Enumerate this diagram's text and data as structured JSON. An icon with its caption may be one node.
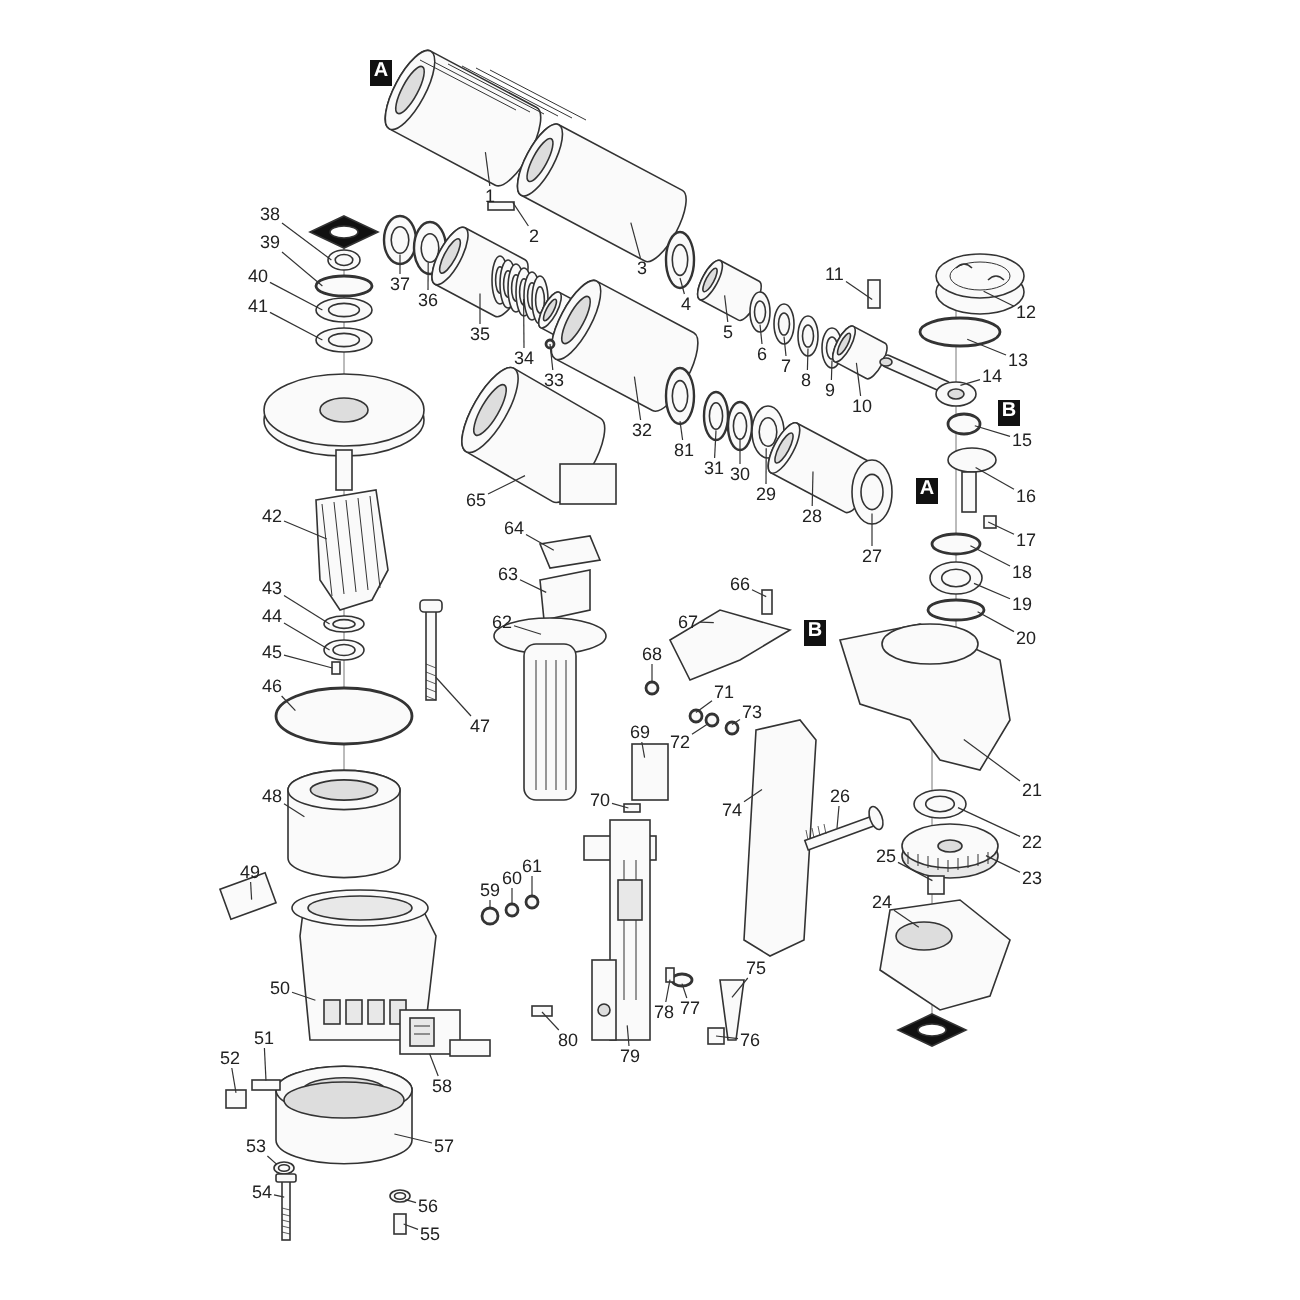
{
  "diagram": {
    "nodes": [
      {
        "text": [
          "1"
        ]
      },
      {
        "text": [
          "2"
        ]
      },
      {
        "text": [
          "3"
        ]
      },
      {
        "text": [
          "4"
        ]
      },
      {
        "text": [
          "5"
        ]
      },
      {
        "text": [
          "6"
        ]
      },
      {
        "text": [
          "7"
        ]
      },
      {
        "text": [
          "8"
        ]
      },
      {
        "text": [
          "9"
        ]
      },
      {
        "text": [
          "10"
        ]
      },
      {
        "text": [
          "11"
        ]
      },
      {
        "text": [
          "12"
        ]
      },
      {
        "text": [
          "13"
        ]
      },
      {
        "text": [
          "14"
        ]
      },
      {
        "text": [
          "15"
        ]
      },
      {
        "text": [
          "16"
        ]
      },
      {
        "text": [
          "17"
        ]
      },
      {
        "text": [
          "18"
        ]
      },
      {
        "text": [
          "19"
        ]
      },
      {
        "text": [
          "20"
        ]
      },
      {
        "text": [
          "21"
        ]
      },
      {
        "text": [
          "22"
        ]
      },
      {
        "text": [
          "23"
        ]
      },
      {
        "text": [
          "24"
        ]
      },
      {
        "text": [
          "25"
        ]
      },
      {
        "text": [
          "26"
        ]
      },
      {
        "text": [
          "27"
        ]
      },
      {
        "text": [
          "28"
        ]
      },
      {
        "text": [
          "29"
        ]
      },
      {
        "text": [
          "30"
        ]
      },
      {
        "text": [
          "31"
        ]
      },
      {
        "text": [
          "32"
        ]
      },
      {
        "text": [
          "33"
        ]
      },
      {
        "text": [
          "34"
        ]
      },
      {
        "text": [
          "35"
        ]
      },
      {
        "text": [
          "36"
        ]
      },
      {
        "text": [
          "37"
        ]
      },
      {
        "text": [
          "38"
        ]
      },
      {
        "text": [
          "39"
        ]
      },
      {
        "text": [
          "40"
        ]
      },
      {
        "text": [
          "41"
        ]
      },
      {
        "text": [
          "42"
        ]
      },
      {
        "text": [
          "43"
        ]
      },
      {
        "text": [
          "44"
        ]
      },
      {
        "text": [
          "45"
        ]
      },
      {
        "text": [
          "46"
        ]
      },
      {
        "text": [
          "47"
        ]
      },
      {
        "text": [
          "48"
        ]
      },
      {
        "text": [
          "49"
        ]
      },
      {
        "text": [
          "50"
        ]
      },
      {
        "text": [
          "51"
        ]
      },
      {
        "text": [
          "52"
        ]
      },
      {
        "text": [
          "53"
        ]
      },
      {
        "text": [
          "54"
        ]
      },
      {
        "text": [
          "55"
        ]
      },
      {
        "text": [
          "56"
        ]
      },
      {
        "text": [
          "57"
        ]
      },
      {
        "text": [
          "58"
        ]
      },
      {
        "text": [
          "59"
        ]
      },
      {
        "text": [
          "60"
        ]
      },
      {
        "text": [
          "61"
        ]
      },
      {
        "text": [
          "62"
        ]
      },
      {
        "text": [
          "63"
        ]
      },
      {
        "text": [
          "64"
        ]
      },
      {
        "text": [
          "65"
        ]
      },
      {
        "text": [
          "66"
        ]
      },
      {
        "text": [
          "67"
        ]
      },
      {
        "text": [
          "68"
        ]
      },
      {
        "text": [
          "69"
        ]
      },
      {
        "text": [
          "70"
        ]
      },
      {
        "text": [
          "71"
        ]
      },
      {
        "text": [
          "72"
        ]
      },
      {
        "text": [
          "73"
        ]
      },
      {
        "text": [
          "74"
        ]
      },
      {
        "text": [
          "75"
        ]
      },
      {
        "text": [
          "76"
        ]
      },
      {
        "text": [
          "77"
        ]
      },
      {
        "text": [
          "78"
        ]
      },
      {
        "text": [
          "79"
        ]
      },
      {
        "text": [
          "80"
        ]
      },
      {
        "text": [
          "81"
        ]
      },
      {
        "text": [],
        "shape": "picture"
      },
      {
        "text": [],
        "shape": "box"
      },
      {
        "text": [],
        "shape": "picture"
      },
      {
        "text": [],
        "shape": "picture"
      },
      {
        "text": [],
        "shape": "picture"
      },
      {
        "text": [],
        "shape": "picture"
      },
      {
        "text": [],
        "shape": "picture"
      },
      {
        "text": [],
        "shape": "picture"
      },
      {
        "text": [],
        "shape": "picture"
      },
      {
        "text": [],
        "shape": "picture"
      },
      {
        "text": [],
        "shape": "box"
      },
      {
        "text": [],
        "shape": "picture"
      },
      {
        "text": [],
        "shape": "circle"
      },
      {
        "text": [],
        "shape": "picture"
      },
      {
        "text": [],
        "shape": "circle"
      },
      {
        "text": [],
        "shape": "picture"
      },
      {
        "text": [],
        "shape": "box"
      },
      {
        "text": [],
        "shape": "circle"
      },
      {
        "text": [],
        "shape": "picture"
      },
      {
        "text": [],
        "shape": "circle"
      },
      {
        "text": [],
        "shape": "picture"
      },
      {
        "text": [],
        "shape": "picture"
      },
      {
        "text": [],
        "shape": "picture"
      },
      {
        "text": [],
        "shape": "picture"
      },
      {
        "text": [],
        "shape": "box"
      },
      {
        "text": [],
        "shape": "picture"
      },
      {
        "text": [],
        "shape": "picture"
      },
      {
        "text": [],
        "shape": "picture"
      },
      {
        "text": [],
        "shape": "picture"
      },
      {
        "text": [],
        "shape": "picture"
      },
      {
        "text": [],
        "shape": "picture"
      },
      {
        "text": [],
        "shape": "picture"
      },
      {
        "text": [],
        "shape": "circle"
      },
      {
        "text": [],
        "shape": "picture"
      },
      {
        "text": [],
        "shape": "picture"
      },
      {
        "text": [],
        "shape": "picture"
      },
      {
        "text": [],
        "shape": "picture"
      },
      {
        "text": [],
        "shape": "picture"
      },
      {
        "text": [],
        "shape": "circle"
      },
      {
        "text": [],
        "shape": "picture"
      },
      {
        "text": [],
        "shape": "picture"
      },
      {
        "text": [],
        "shape": "picture"
      },
      {
        "text": [],
        "shape": "picture"
      },
      {
        "text": [],
        "shape": "picture"
      },
      {
        "text": [],
        "shape": "box"
      },
      {
        "text": [],
        "shape": "circle"
      },
      {
        "text": [],
        "shape": "picture"
      },
      {
        "text": [],
        "shape": "picture"
      },
      {
        "text": [],
        "shape": "picture"
      },
      {
        "text": [],
        "shape": "picture"
      },
      {
        "text": [],
        "shape": "box"
      },
      {
        "text": [],
        "shape": "box"
      },
      {
        "text": [],
        "shape": "picture"
      },
      {
        "text": [],
        "shape": "picture"
      },
      {
        "text": [],
        "shape": "box"
      },
      {
        "text": [],
        "shape": "picture"
      },
      {
        "text": [],
        "shape": "picture"
      },
      {
        "text": [],
        "shape": "picture"
      },
      {
        "text": [],
        "shape": "circle"
      },
      {
        "text": [],
        "shape": "circle"
      },
      {
        "text": [],
        "shape": "circle"
      },
      {
        "text": [],
        "shape": "picture"
      },
      {
        "text": [],
        "shape": "picture"
      },
      {
        "text": [],
        "shape": "picture"
      },
      {
        "text": [],
        "shape": "picture"
      },
      {
        "text": [],
        "shape": "box"
      },
      {
        "text": [],
        "shape": "picture"
      },
      {
        "text": [],
        "shape": "circle"
      },
      {
        "text": [],
        "shape": "picture"
      },
      {
        "text": [],
        "shape": "box"
      },
      {
        "text": [],
        "shape": "circle"
      },
      {
        "text": [],
        "shape": "circle"
      },
      {
        "text": [],
        "shape": "circle"
      },
      {
        "text": [],
        "shape": "picture"
      },
      {
        "text": [],
        "shape": "picture"
      },
      {
        "text": [],
        "shape": "box"
      },
      {
        "text": [],
        "shape": "circle"
      },
      {
        "text": [],
        "shape": "box"
      },
      {
        "text": [],
        "shape": "picture"
      },
      {
        "text": [],
        "shape": "box"
      },
      {
        "text": [],
        "shape": "picture"
      }
    ],
    "edges": [
      {
        "from": 0,
        "to": 81,
        "arrow": "none"
      },
      {
        "from": 1,
        "to": 82,
        "arrow": "none"
      },
      {
        "from": 2,
        "to": 83,
        "arrow": "none"
      },
      {
        "from": 3,
        "to": 84,
        "arrow": "none"
      },
      {
        "from": 4,
        "to": 85,
        "arrow": "none"
      },
      {
        "from": 5,
        "to": 86,
        "arrow": "none"
      },
      {
        "from": 6,
        "to": 87,
        "arrow": "none"
      },
      {
        "from": 7,
        "to": 88,
        "arrow": "none"
      },
      {
        "from": 8,
        "to": 89,
        "arrow": "none"
      },
      {
        "from": 9,
        "to": 90,
        "arrow": "none"
      },
      {
        "from": 10,
        "to": 91,
        "arrow": "none"
      },
      {
        "from": 11,
        "to": 92,
        "arrow": "none"
      },
      {
        "from": 12,
        "to": 93,
        "arrow": "none"
      },
      {
        "from": 13,
        "to": 94,
        "arrow": "none"
      },
      {
        "from": 14,
        "to": 95,
        "arrow": "none"
      },
      {
        "from": 15,
        "to": 96,
        "arrow": "none"
      },
      {
        "from": 16,
        "to": 97,
        "arrow": "none"
      },
      {
        "from": 17,
        "to": 98,
        "arrow": "none"
      },
      {
        "from": 18,
        "to": 99,
        "arrow": "none"
      },
      {
        "from": 19,
        "to": 100,
        "arrow": "none"
      },
      {
        "from": 20,
        "to": 101,
        "arrow": "none"
      },
      {
        "from": 21,
        "to": 102,
        "arrow": "none"
      },
      {
        "from": 22,
        "to": 103,
        "arrow": "none"
      },
      {
        "from": 23,
        "to": 104,
        "arrow": "none"
      },
      {
        "from": 24,
        "to": 105,
        "arrow": "none"
      },
      {
        "from": 25,
        "to": 106,
        "arrow": "none"
      },
      {
        "from": 26,
        "to": 107,
        "arrow": "none"
      },
      {
        "from": 27,
        "to": 108,
        "arrow": "none"
      },
      {
        "from": 28,
        "to": 109,
        "arrow": "none"
      },
      {
        "from": 29,
        "to": 110,
        "arrow": "none"
      },
      {
        "from": 30,
        "to": 111,
        "arrow": "none"
      },
      {
        "from": 31,
        "to": 112,
        "arrow": "none"
      },
      {
        "from": 32,
        "to": 113,
        "arrow": "none"
      },
      {
        "from": 33,
        "to": 114,
        "arrow": "none"
      },
      {
        "from": 34,
        "to": 115,
        "arrow": "none"
      },
      {
        "from": 35,
        "to": 116,
        "arrow": "none"
      },
      {
        "from": 36,
        "to": 117,
        "arrow": "none"
      },
      {
        "from": 37,
        "to": 118,
        "arrow": "none"
      },
      {
        "from": 38,
        "to": 119,
        "arrow": "none"
      },
      {
        "from": 39,
        "to": 120,
        "arrow": "none"
      },
      {
        "from": 40,
        "to": 121,
        "arrow": "none"
      },
      {
        "from": 41,
        "to": 122,
        "arrow": "none"
      },
      {
        "from": 42,
        "to": 123,
        "arrow": "none"
      },
      {
        "from": 43,
        "to": 124,
        "arrow": "none"
      },
      {
        "from": 44,
        "to": 125,
        "arrow": "none"
      },
      {
        "from": 45,
        "to": 126,
        "arrow": "none"
      },
      {
        "from": 46,
        "to": 127,
        "arrow": "none"
      },
      {
        "from": 47,
        "to": 128,
        "arrow": "none"
      },
      {
        "from": 48,
        "to": 129,
        "arrow": "none"
      },
      {
        "from": 49,
        "to": 130,
        "arrow": "none"
      },
      {
        "from": 50,
        "to": 131,
        "arrow": "none"
      },
      {
        "from": 51,
        "to": 132,
        "arrow": "none"
      },
      {
        "from": 52,
        "to": 133,
        "arrow": "none"
      },
      {
        "from": 53,
        "to": 134,
        "arrow": "none"
      },
      {
        "from": 54,
        "to": 135,
        "arrow": "none"
      },
      {
        "from": 55,
        "to": 136,
        "arrow": "none"
      },
      {
        "from": 56,
        "to": 137,
        "arrow": "none"
      },
      {
        "from": 57,
        "to": 138,
        "arrow": "none"
      },
      {
        "from": 58,
        "to": 139,
        "arrow": "none"
      },
      {
        "from": 59,
        "to": 140,
        "arrow": "none"
      },
      {
        "from": 60,
        "to": 141,
        "arrow": "none"
      },
      {
        "from": 61,
        "to": 142,
        "arrow": "none"
      },
      {
        "from": 62,
        "to": 143,
        "arrow": "none"
      },
      {
        "from": 63,
        "to": 144,
        "arrow": "none"
      },
      {
        "from": 64,
        "to": 145,
        "arrow": "none"
      },
      {
        "from": 65,
        "to": 146,
        "arrow": "none"
      },
      {
        "from": 66,
        "to": 147,
        "arrow": "none"
      },
      {
        "from": 67,
        "to": 148,
        "arrow": "none"
      },
      {
        "from": 68,
        "to": 149,
        "arrow": "none"
      },
      {
        "from": 69,
        "to": 150,
        "arrow": "none"
      },
      {
        "from": 70,
        "to": 151,
        "arrow": "none"
      },
      {
        "from": 71,
        "to": 152,
        "arrow": "none"
      },
      {
        "from": 72,
        "to": 153,
        "arrow": "none"
      },
      {
        "from": 73,
        "to": 154,
        "arrow": "none"
      },
      {
        "from": 74,
        "to": 155,
        "arrow": "none"
      },
      {
        "from": 75,
        "to": 156,
        "arrow": "none"
      },
      {
        "from": 76,
        "to": 157,
        "arrow": "none"
      },
      {
        "from": 77,
        "to": 158,
        "arrow": "none"
      },
      {
        "from": 78,
        "to": 159,
        "arrow": "none"
      },
      {
        "from": 79,
        "to": 160,
        "arrow": "none"
      },
      {
        "from": 80,
        "to": 161,
        "arrow": "none"
      }
    ],
    "labels": [
      "A",
      "B",
      "A",
      "B"
    ]
  }
}
